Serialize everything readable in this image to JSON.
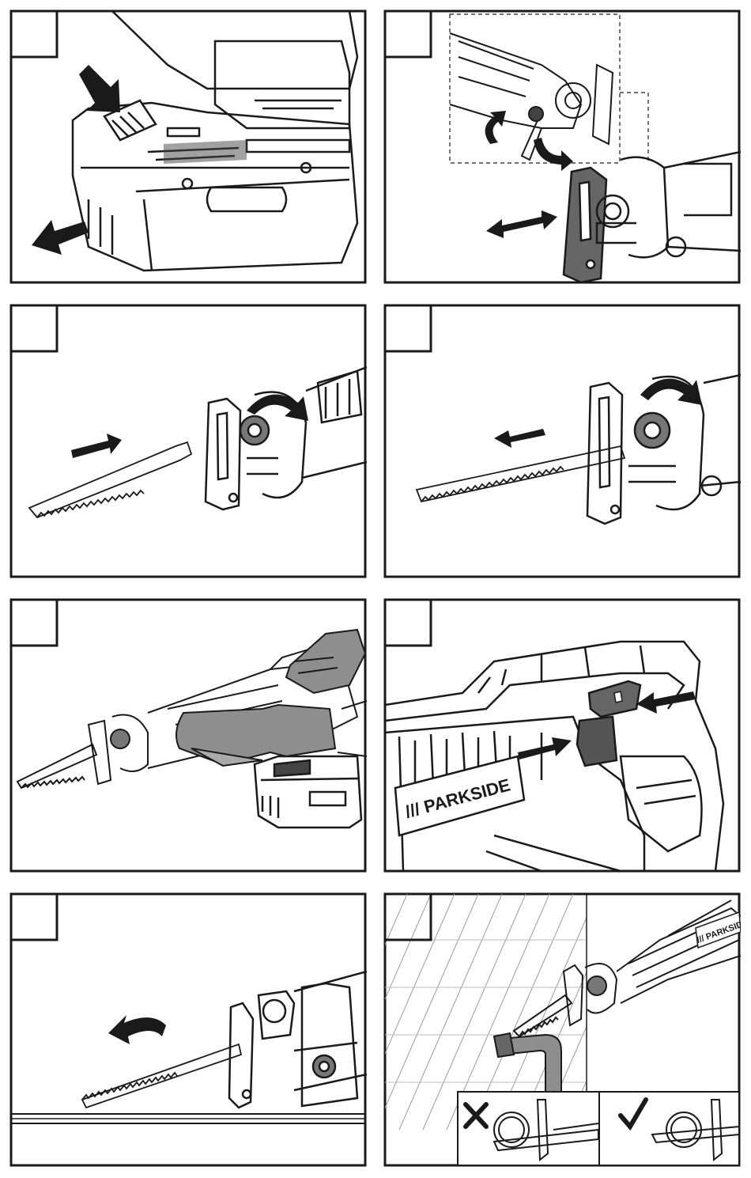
{
  "document": {
    "type": "instruction-figure-sheet",
    "panels": [
      {
        "number": ""
      },
      {
        "number": ""
      },
      {
        "number": ""
      },
      {
        "number": ""
      },
      {
        "number": ""
      },
      {
        "number": ""
      },
      {
        "number": ""
      },
      {
        "number": ""
      }
    ],
    "brand_label": "/// PARKSIDE",
    "brand_label_small": "/// PARKSIDE",
    "colors": {
      "ink": "#1a1a1a",
      "grey_fill": "#8e8e8e",
      "dark_fill": "#555555",
      "line_grey": "#9a9a9a"
    },
    "icons": {
      "wrong": "cross-mark-icon",
      "right": "check-mark-icon"
    }
  }
}
